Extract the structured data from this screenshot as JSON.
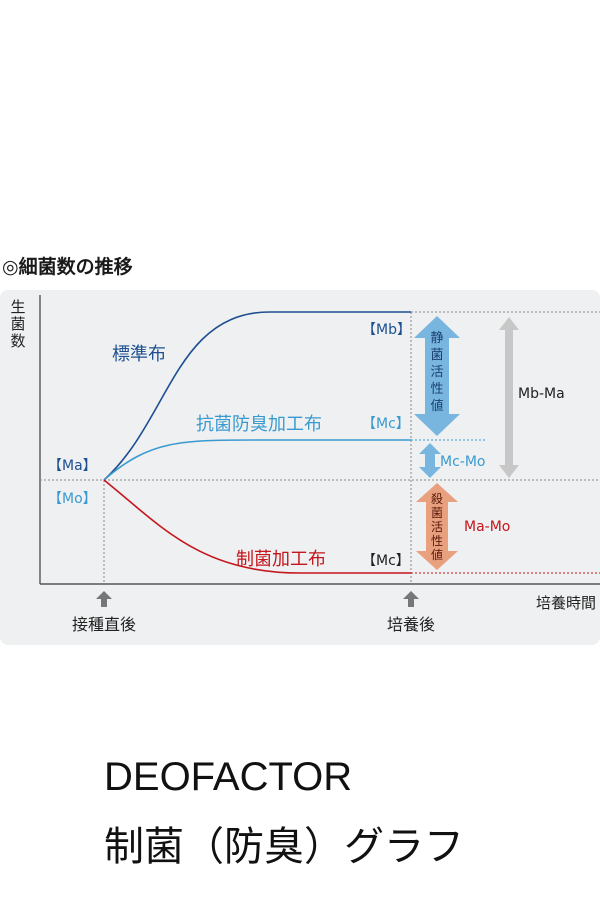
{
  "header": {
    "title": "◎細菌数の推移"
  },
  "footer": {
    "brand": "DEOFACTOR",
    "subtitle": "制菌（防臭）グラフ"
  },
  "colors": {
    "standard": "#1d4f91",
    "antibacterial": "#3a9ad0",
    "bacteriostatic": "#c4161c",
    "bacteriostatic_arrow": "#e9a07f",
    "static_activity_arrow": "#78b6e0",
    "total_arrow": "#c7c7c7",
    "axis": "#444444",
    "guide": "#9a9a9a",
    "panel": "#eef0f1"
  },
  "chart_data": {
    "type": "line",
    "ylabel": "生菌数",
    "xlabel": "培養時間",
    "x_markers": [
      "接種直後",
      "培養後"
    ],
    "levels": {
      "Ma": {
        "label": "【Ma】"
      },
      "Mo": {
        "label": "【Mo】"
      },
      "Mb": {
        "label": "【Mb】"
      },
      "Mc_antibacterial": {
        "label": "【Mc】"
      },
      "Mc_bacteriostatic": {
        "label": "【Mc】"
      }
    },
    "series": [
      {
        "name": "標準布",
        "endpoint": "【Mb】"
      },
      {
        "name": "抗菌防臭加工布",
        "endpoint": "【Mc】"
      },
      {
        "name": "制菌加工布",
        "endpoint": "【Mc】"
      }
    ],
    "annotations": {
      "static_activity": "静菌活性値",
      "bactericidal_activity": "殺菌活性値",
      "mc_mo": "Mc-Mo",
      "ma_mo": "Ma-Mo",
      "mb_ma": "Mb-Ma"
    }
  }
}
